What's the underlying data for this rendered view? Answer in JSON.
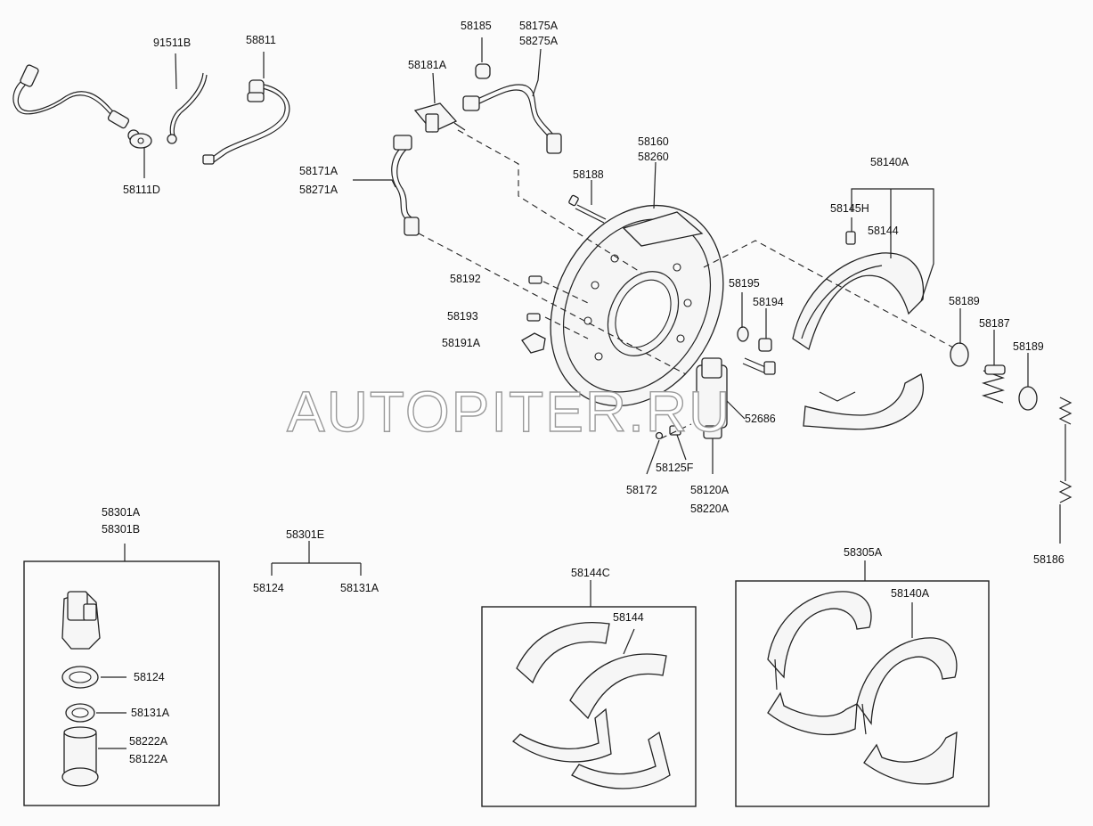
{
  "watermark": "AUTOPITER.RU",
  "labels": {
    "p91511B": "91511B",
    "p58811": "58811",
    "p58111D": "58111D",
    "p58185": "58185",
    "p58175A": "58175A",
    "p58275A": "58275A",
    "p58181A": "58181A",
    "p58171A": "58171A",
    "p58271A": "58271A",
    "p58160": "58160",
    "p58260": "58260",
    "p58188": "58188",
    "p58140A": "58140A",
    "p58145H": "58145H",
    "p58144": "58144",
    "p58192": "58192",
    "p58195": "58195",
    "p58194": "58194",
    "p58193": "58193",
    "p58191A": "58191A",
    "p58189a": "58189",
    "p58187": "58187",
    "p58189b": "58189",
    "p52686": "52686",
    "p58125F": "58125F",
    "p58172": "58172",
    "p58120A": "58120A",
    "p58220A": "58220A",
    "p58186": "58186",
    "p58301A": "58301A",
    "p58301B": "58301B",
    "p58301E": "58301E",
    "p58124a": "58124",
    "p58131Aa": "58131A",
    "p58124b": "58124",
    "p58131Ab": "58131A",
    "p58222A": "58222A",
    "p58122A": "58122A",
    "p58144C": "58144C",
    "p58144b": "58144",
    "p58305A": "58305A",
    "p58140Ab": "58140A"
  }
}
